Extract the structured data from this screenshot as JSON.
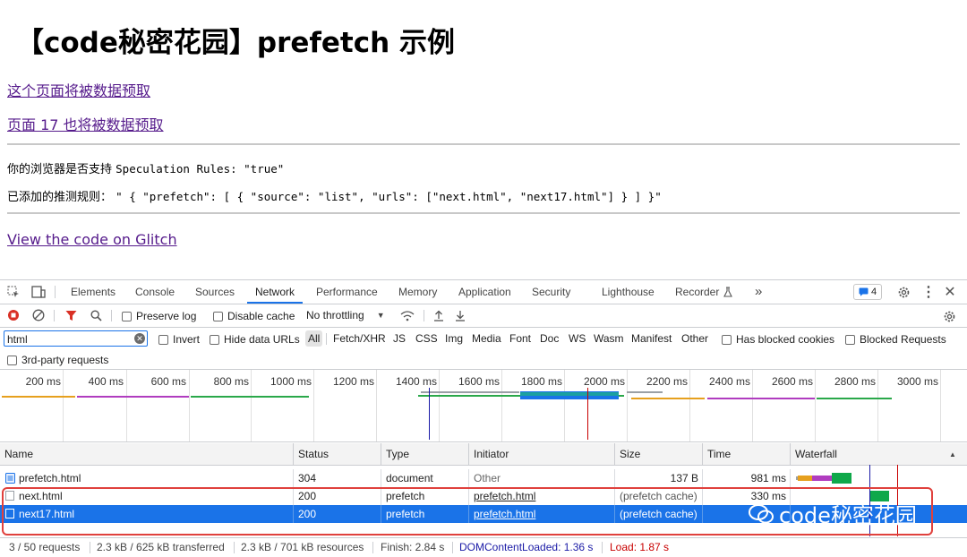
{
  "page": {
    "title": "【code秘密花园】prefetch 示例",
    "link1": "这个页面将被数据预取",
    "link2": "页面 17 也将被数据预取",
    "support_label": "你的浏览器是否支持",
    "support_code": "Speculation Rules: \"true\"",
    "rules_label": "已添加的推测规则：",
    "rules_code": "\" { \"prefetch\": [ { \"source\": \"list\", \"urls\": [\"next.html\", \"next17.html\"] } ] }\"",
    "glitch_link": "View the code on Glitch"
  },
  "devtools": {
    "tabs": [
      "Elements",
      "Console",
      "Sources",
      "Network",
      "Performance",
      "Memory",
      "Application",
      "Security",
      "Lighthouse",
      "Recorder"
    ],
    "active_tab": "Network",
    "more_tabs": "»",
    "issues_count": "4",
    "toolbar": {
      "preserve_log": "Preserve log",
      "disable_cache": "Disable cache",
      "throttling": "No throttling"
    },
    "filter": {
      "value": "html",
      "invert": "Invert",
      "hide_data_urls": "Hide data URLs",
      "types": [
        "All",
        "Fetch/XHR",
        "JS",
        "CSS",
        "Img",
        "Media",
        "Font",
        "Doc",
        "WS",
        "Wasm",
        "Manifest",
        "Other"
      ],
      "selected_type": "All",
      "has_blocked_cookies": "Has blocked cookies",
      "blocked_requests": "Blocked Requests",
      "third_party": "3rd-party requests"
    },
    "overview_ticks": [
      "200 ms",
      "400 ms",
      "600 ms",
      "800 ms",
      "1000 ms",
      "1200 ms",
      "1400 ms",
      "1600 ms",
      "1800 ms",
      "2000 ms",
      "2200 ms",
      "2400 ms",
      "2600 ms",
      "2800 ms",
      "3000 ms"
    ],
    "columns": [
      "Name",
      "Status",
      "Type",
      "Initiator",
      "Size",
      "Time",
      "Waterfall"
    ],
    "rows": [
      {
        "name": "prefetch.html",
        "status": "304",
        "type": "document",
        "initiator": "Other",
        "size": "137 B",
        "time": "981 ms"
      },
      {
        "name": "next.html",
        "status": "200",
        "type": "prefetch",
        "initiator": "prefetch.html",
        "size": "(prefetch cache)",
        "time": "330 ms"
      },
      {
        "name": "next17.html",
        "status": "200",
        "type": "prefetch",
        "initiator": "prefetch.html",
        "size": "(prefetch cache)",
        "time": ""
      }
    ],
    "status": {
      "requests": "3 / 50 requests",
      "transferred": "2.3 kB / 625 kB transferred",
      "resources": "2.3 kB / 701 kB resources",
      "finish": "Finish: 2.84 s",
      "dcl": "DOMContentLoaded: 1.36 s",
      "load": "Load: 1.87 s"
    },
    "colors": {
      "accent": "#1a73e8",
      "dcl": "#1a1aa6",
      "load": "#c80000"
    }
  },
  "watermark": "code秘密花园"
}
